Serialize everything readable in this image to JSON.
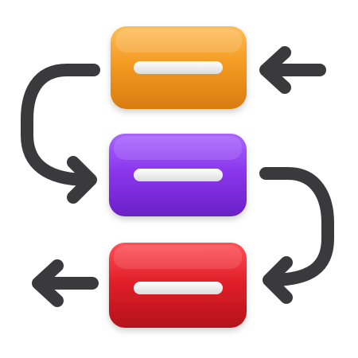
{
  "diagram": {
    "kind": "flow-process-3d-icon",
    "background": "#ffffff",
    "connector_color": "#3a3a3c",
    "bar_color": "#f4f4f4",
    "blocks": [
      {
        "id": "top",
        "color": "#f39a22",
        "color_dark": "#d97c10",
        "color_light": "#ffb94d"
      },
      {
        "id": "middle",
        "color": "#8a36ec",
        "color_dark": "#6c22c7",
        "color_light": "#a561ff"
      },
      {
        "id": "bottom",
        "color": "#e2202b",
        "color_dark": "#b5121b",
        "color_light": "#ff4b51"
      }
    ],
    "arrows": [
      {
        "id": "incoming-to-top",
        "direction": "left"
      },
      {
        "id": "top-to-middle",
        "direction": "curve-left-down-right"
      },
      {
        "id": "middle-to-bottom",
        "direction": "curve-right-down-left"
      },
      {
        "id": "outgoing-from-bottom",
        "direction": "left"
      }
    ]
  }
}
